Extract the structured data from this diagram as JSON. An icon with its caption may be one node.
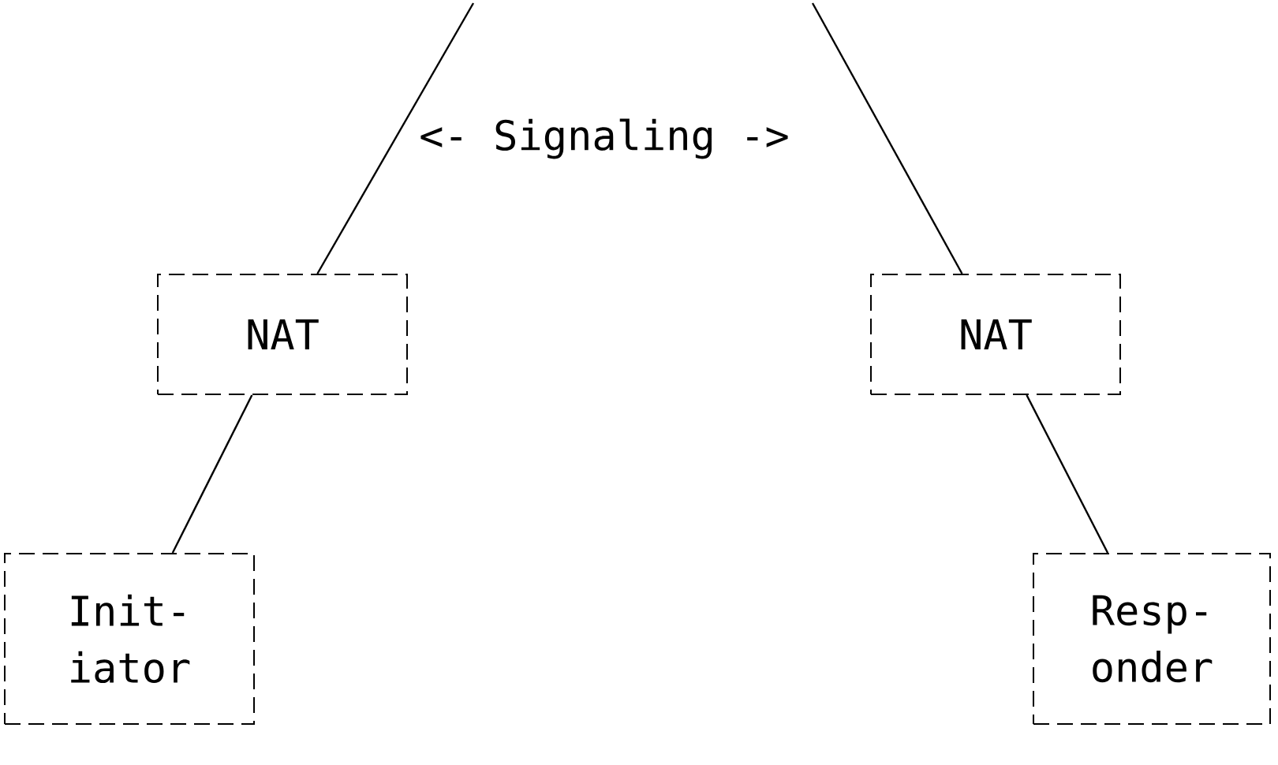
{
  "diagram": {
    "nodes": [
      {
        "text": [
          "NAT"
        ]
      },
      {
        "text": [
          "NAT"
        ]
      },
      {
        "text": [
          "Init- iator"
        ]
      },
      {
        "text": [
          "Resp- onder"
        ]
      }
    ],
    "edges": [
      {
        "from": 0,
        "to": null,
        "arrow": "none"
      },
      {
        "from": 1,
        "to": null,
        "arrow": "none"
      },
      {
        "from": 2,
        "to": 0,
        "arrow": "none"
      },
      {
        "from": 3,
        "to": 1,
        "arrow": "none"
      }
    ],
    "labels": [
      "<- Signaling ->"
    ]
  }
}
